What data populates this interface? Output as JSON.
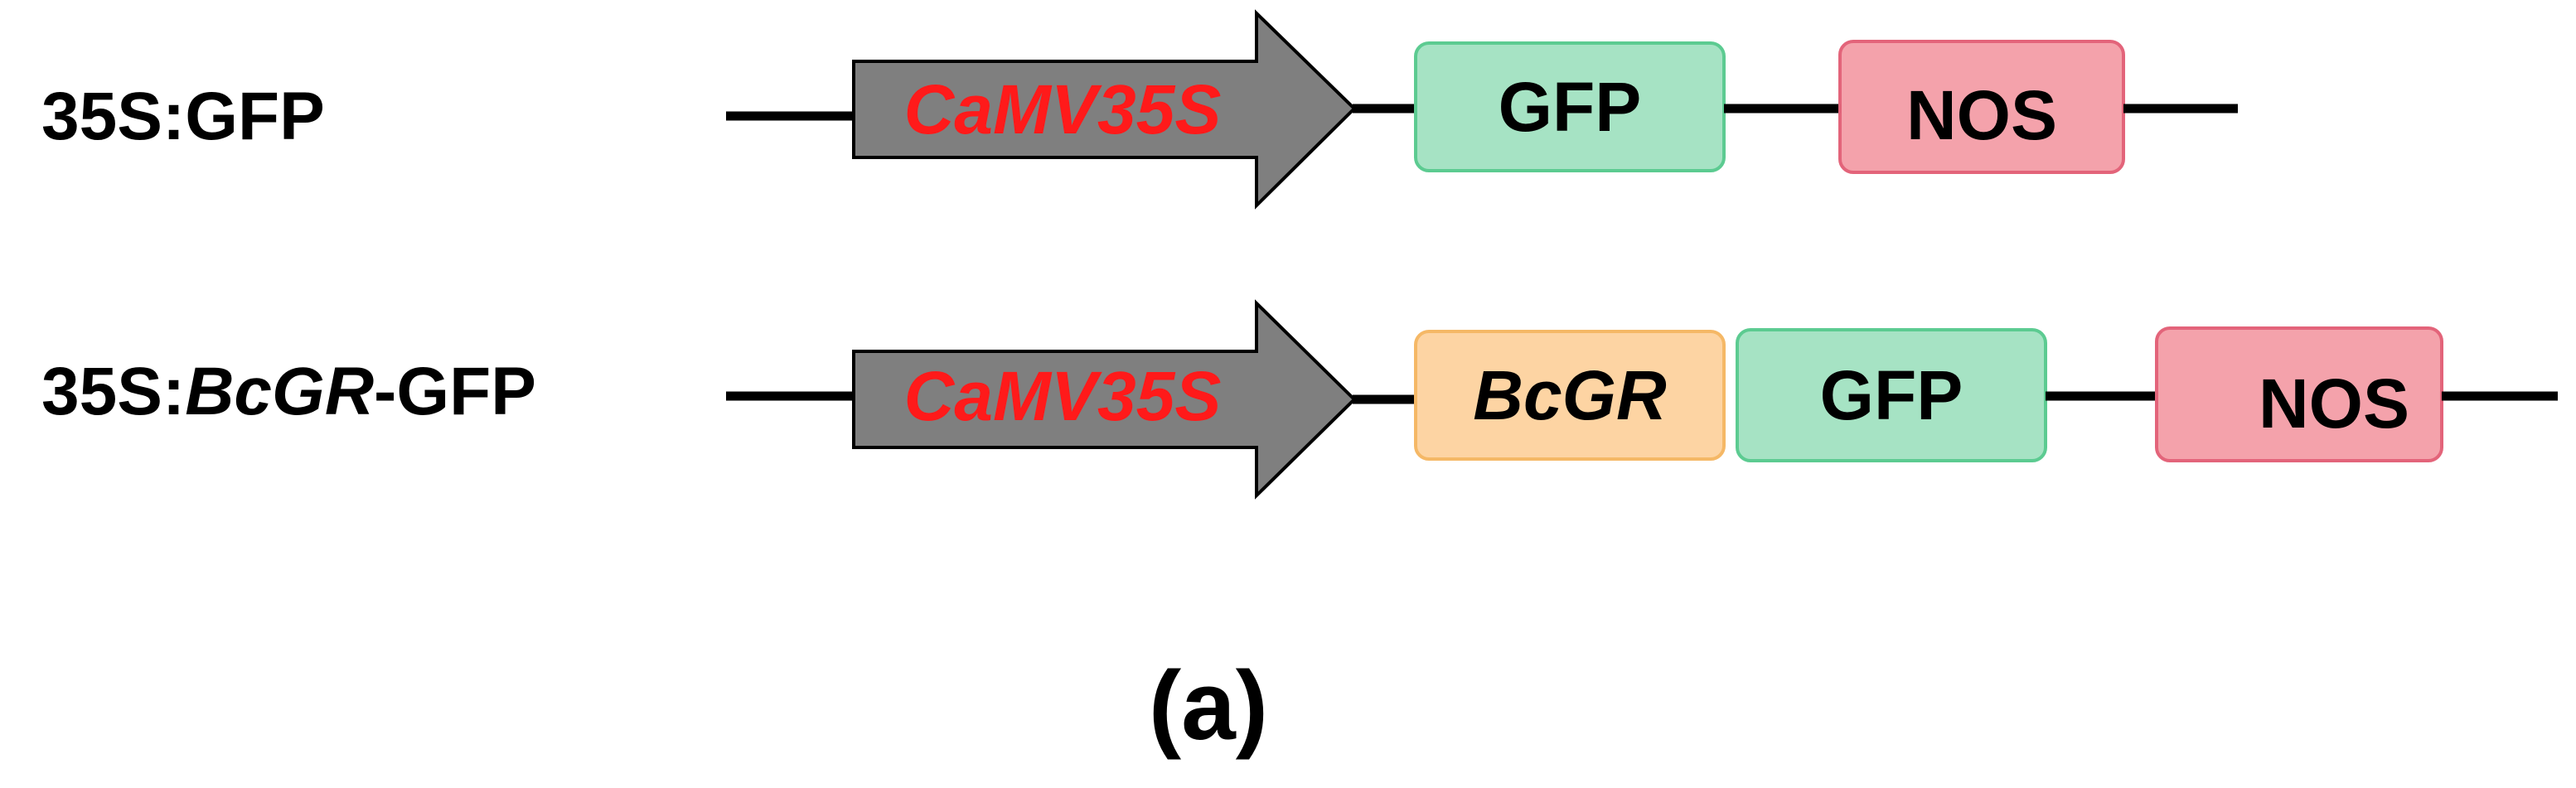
{
  "colors": {
    "promoter_fill": "#7f7f7f",
    "promoter_text": "#ff1a1a",
    "gfp_fill": "#a6e3c4",
    "gfp_stroke": "#5ccb91",
    "nos_fill": "#f4a2ab",
    "nos_stroke": "#e3647a",
    "bcgr_fill": "#fdd4a3",
    "bcgr_stroke": "#f5b866",
    "backbone": "#000000"
  },
  "constructs": [
    {
      "label_parts": [
        {
          "text": "35S:",
          "italic": false
        },
        {
          "text": "GFP",
          "italic": false
        }
      ],
      "promoter": "CaMV35S",
      "elements": [
        {
          "name": "GFP",
          "kind": "gfp",
          "italic": false
        },
        {
          "name": "NOS",
          "kind": "nos",
          "italic": false
        }
      ]
    },
    {
      "label_parts": [
        {
          "text": "35S:",
          "italic": false
        },
        {
          "text": "BcGR",
          "italic": true
        },
        {
          "text": "-GFP",
          "italic": false
        }
      ],
      "promoter": "CaMV35S",
      "elements": [
        {
          "name": "BcGR",
          "kind": "bcgr",
          "italic": true
        },
        {
          "name": "GFP",
          "kind": "gfp",
          "italic": false
        },
        {
          "name": "NOS",
          "kind": "nos",
          "italic": false
        }
      ]
    }
  ],
  "panel_label": "(a)"
}
